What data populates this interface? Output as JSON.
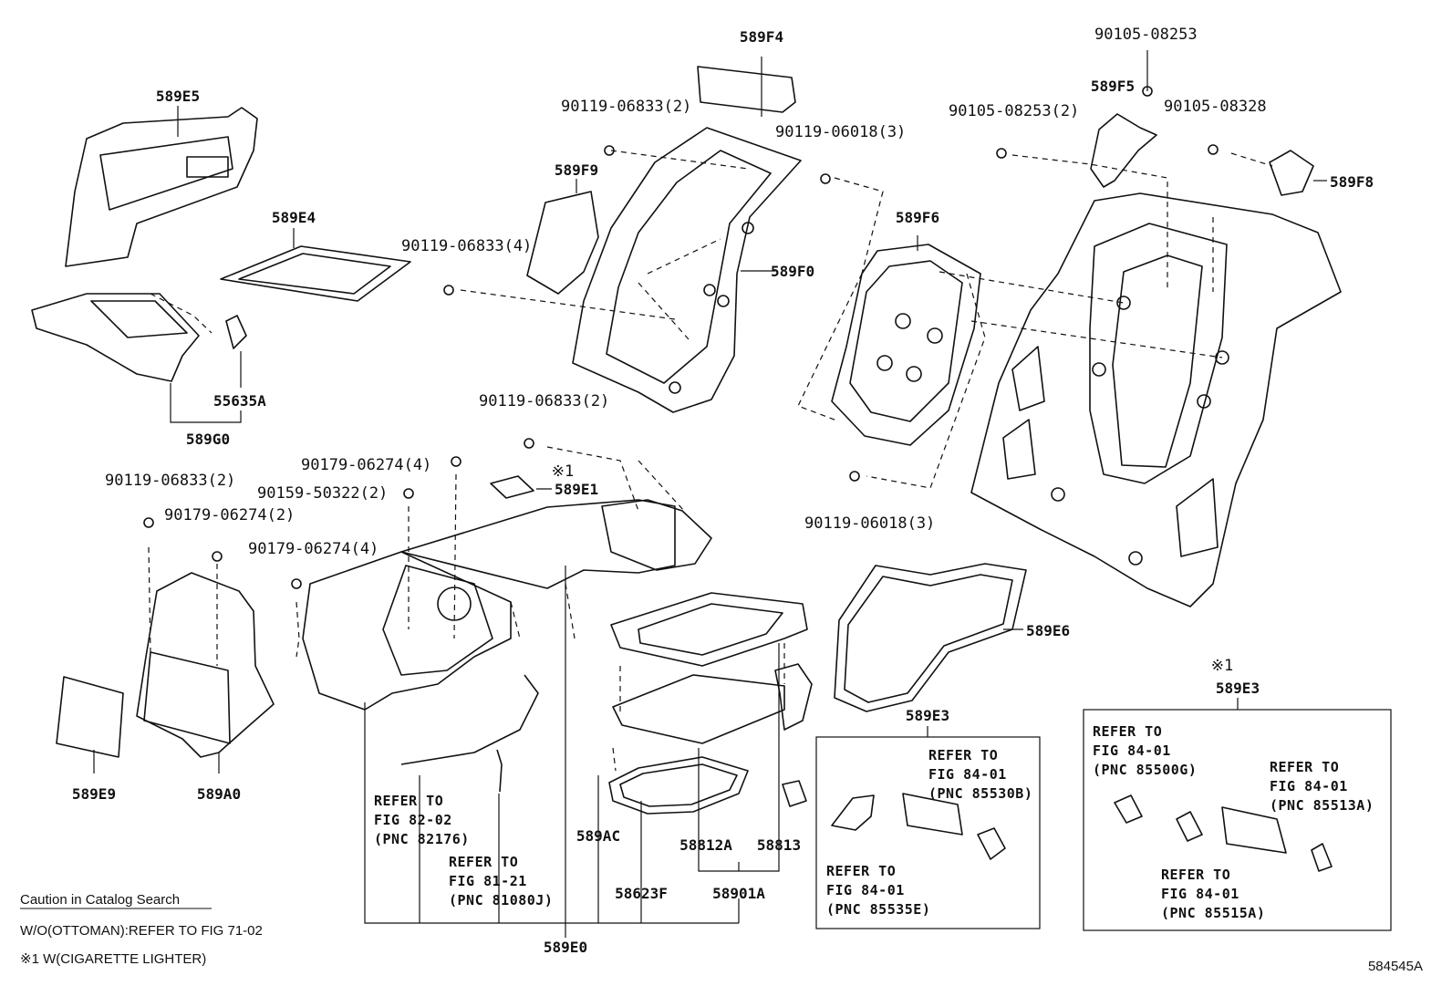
{
  "title": "589E0",
  "catalog_number": "584545A",
  "caution": {
    "heading": "Caution in Catalog Search",
    "line1": "W/O(OTTOMAN):REFER TO FIG 71-02",
    "line2": "※1 W(CIGARETTE LIGHTER)"
  },
  "labels": {
    "p589F4": "589F4",
    "p589E5": "589E5",
    "p589E4": "589E4",
    "p589F9": "589F9",
    "p589F0": "589F0",
    "p55635A": "55635A",
    "p589G0": "589G0",
    "p589F6": "589F6",
    "p589F5": "589F5",
    "p589F8": "589F8",
    "p589E1": "589E1",
    "p589E1_mark": "※1",
    "p589E6": "589E6",
    "p589E9": "589E9",
    "p589A0": "589A0",
    "p589AC": "589AC",
    "p58812A": "58812A",
    "p58813": "58813",
    "p58623F": "58623F",
    "p58901A": "58901A",
    "p589E3_a": "589E3",
    "p589E3_b": "589E3",
    "p589E3_b_mark": "※1"
  },
  "fasteners": {
    "f1": "90119-06833(2)",
    "f2": "90119-06018(3)",
    "f3": "90119-06833(4)",
    "f4": "90119-06833(2)",
    "f5": "90119-06018(3)",
    "f6": "90105-08253",
    "f7": "90105-08253(2)",
    "f8": "90105-08328",
    "f9": "90179-06274(4)",
    "f10": "90159-50322(2)",
    "f11": "90119-06833(2)",
    "f12": "90179-06274(2)",
    "f13": "90179-06274(4)"
  },
  "references": {
    "r1": {
      "a": "REFER TO",
      "b": "FIG 82-02",
      "c": "(PNC 82176)"
    },
    "r2": {
      "a": "REFER TO",
      "b": "FIG 81-21",
      "c": "(PNC 81080J)"
    },
    "r3": {
      "a": "REFER TO",
      "b": "FIG 84-01",
      "c": "(PNC 85530B)"
    },
    "r4": {
      "a": "REFER TO",
      "b": "FIG 84-01",
      "c": "(PNC 85535E)"
    },
    "r5": {
      "a": "REFER TO",
      "b": "FIG 84-01",
      "c": "(PNC 85500G)"
    },
    "r6": {
      "a": "REFER TO",
      "b": "FIG 84-01",
      "c": "(PNC 85513A)"
    },
    "r7": {
      "a": "REFER TO",
      "b": "FIG 84-01",
      "c": "(PNC 85515A)"
    }
  }
}
